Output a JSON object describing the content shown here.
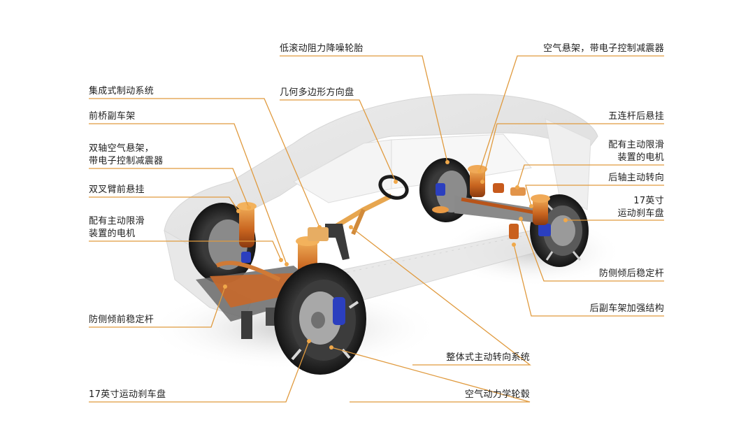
{
  "diagram": {
    "accent_color": "#e8a14a",
    "line_color": "#e09a3e",
    "left_labels": [
      {
        "id": "integrated-brake",
        "lines": [
          "集成式制动系统"
        ]
      },
      {
        "id": "front-subframe",
        "lines": [
          "前桥副车架"
        ]
      },
      {
        "id": "dual-axle-air-suspension",
        "lines": [
          "双轴空气悬架，",
          "带电子控制减震器"
        ]
      },
      {
        "id": "double-wishbone-front",
        "lines": [
          "双叉臂前悬挂"
        ]
      },
      {
        "id": "front-motor-limited-slip",
        "lines": [
          "配有主动限滑",
          "装置的电机"
        ]
      },
      {
        "id": "front-anti-roll-bar",
        "lines": [
          "防侧倾前稳定杆"
        ]
      },
      {
        "id": "front-brake-disc",
        "lines": [
          "17英寸运动刹车盘"
        ]
      }
    ],
    "center_labels": [
      {
        "id": "low-rolling-tire",
        "lines": [
          "低滚动阻力降噪轮胎"
        ]
      },
      {
        "id": "polygon-steering-wheel",
        "lines": [
          "几何多边形方向盘"
        ]
      },
      {
        "id": "integral-active-steering",
        "lines": [
          "整体式主动转向系统"
        ]
      },
      {
        "id": "aero-wheel",
        "lines": [
          "空气动力学轮毂"
        ]
      }
    ],
    "right_labels": [
      {
        "id": "air-suspension-edc",
        "lines": [
          "空气悬架，带电子控制减震器"
        ]
      },
      {
        "id": "five-link-rear",
        "lines": [
          "五连杆后悬挂"
        ]
      },
      {
        "id": "rear-motor-limited-slip",
        "lines": [
          "配有主动限滑",
          "装置的电机"
        ]
      },
      {
        "id": "rear-axle-steering",
        "lines": [
          "后轴主动转向"
        ]
      },
      {
        "id": "rear-brake-disc",
        "lines": [
          "17英寸",
          "运动刹车盘"
        ]
      },
      {
        "id": "rear-anti-roll-bar",
        "lines": [
          "防侧倾后稳定杆"
        ]
      },
      {
        "id": "rear-subframe-reinforcement",
        "lines": [
          "后副车架加强结构"
        ]
      }
    ]
  }
}
